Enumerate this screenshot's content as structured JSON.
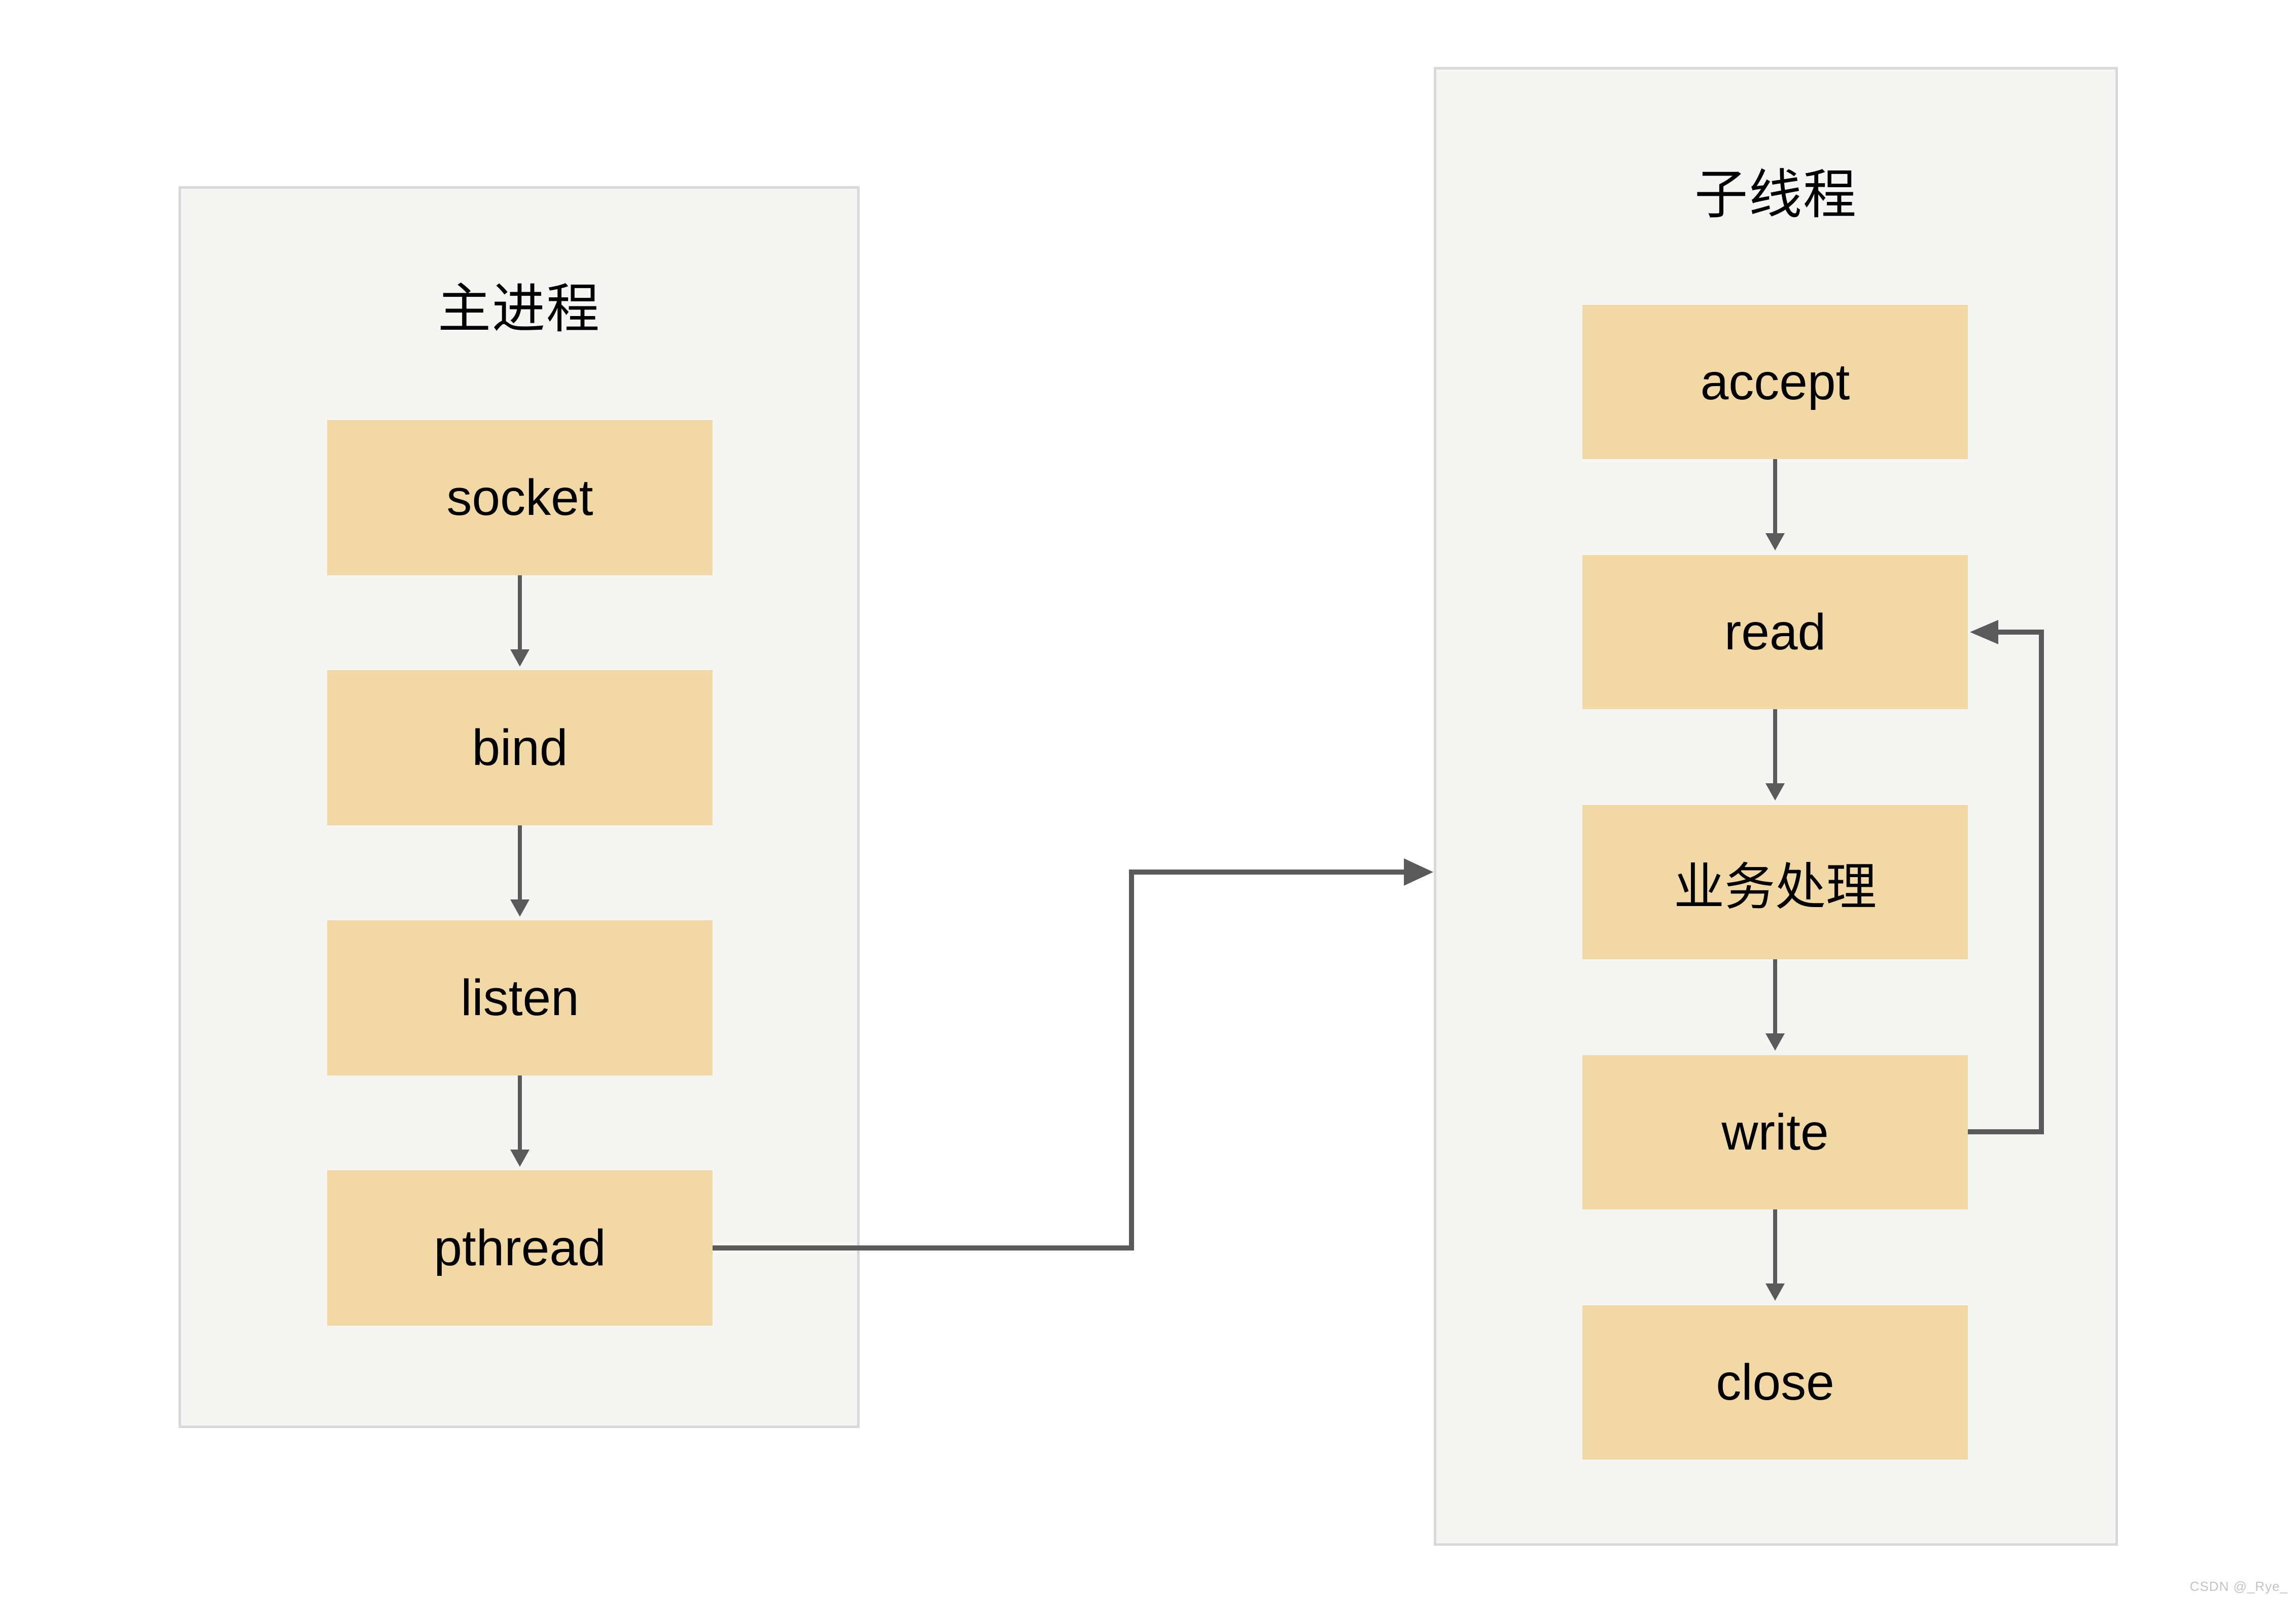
{
  "panels": {
    "main": {
      "title": "主进程",
      "steps": [
        "socket",
        "bind",
        "listen",
        "pthread"
      ]
    },
    "child": {
      "title": "子线程",
      "steps": [
        "accept",
        "read",
        "业务处理",
        "write",
        "close"
      ]
    }
  },
  "connections": [
    {
      "from": "socket",
      "to": "bind",
      "type": "down-arrow"
    },
    {
      "from": "bind",
      "to": "listen",
      "type": "down-arrow"
    },
    {
      "from": "listen",
      "to": "pthread",
      "type": "down-arrow"
    },
    {
      "from": "pthread",
      "to": "child-panel",
      "type": "elbow-arrow"
    },
    {
      "from": "accept",
      "to": "read",
      "type": "down-arrow"
    },
    {
      "from": "read",
      "to": "业务处理",
      "type": "down-arrow"
    },
    {
      "from": "业务处理",
      "to": "write",
      "type": "down-arrow"
    },
    {
      "from": "write",
      "to": "close",
      "type": "down-arrow"
    },
    {
      "from": "write",
      "to": "read",
      "type": "loop-back-arrow"
    }
  ],
  "colors": {
    "node_fill": "#F2D8A4",
    "panel_fill": "#F5F5F4",
    "panel_border": "#D9D9D9",
    "arrow": "#5A5A5A",
    "text": "#000000",
    "watermark": "#C4C4C4",
    "background": "#FFFFFF"
  },
  "watermark": {
    "text": "CSDN @_Rye_"
  }
}
